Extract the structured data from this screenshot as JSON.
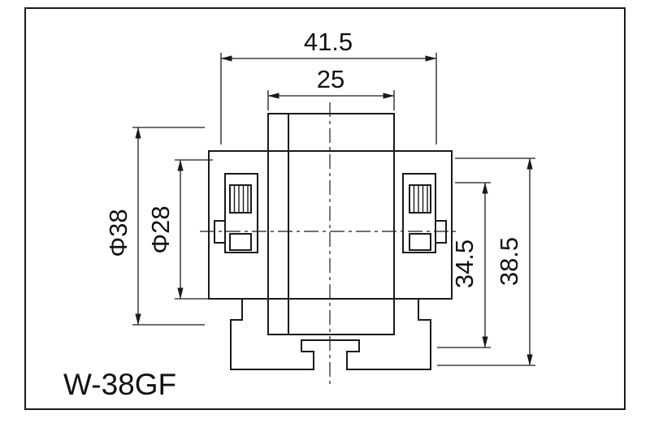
{
  "part_label": "W-38GF",
  "dimensions": {
    "overall_width": "41.5",
    "tread_width": "25",
    "wheel_diameter": "Φ38",
    "hub_diameter": "Φ28",
    "inner_height": "34.5",
    "overall_height": "38.5"
  },
  "colors": {
    "line": "#1a1a1a",
    "background": "#ffffff"
  }
}
